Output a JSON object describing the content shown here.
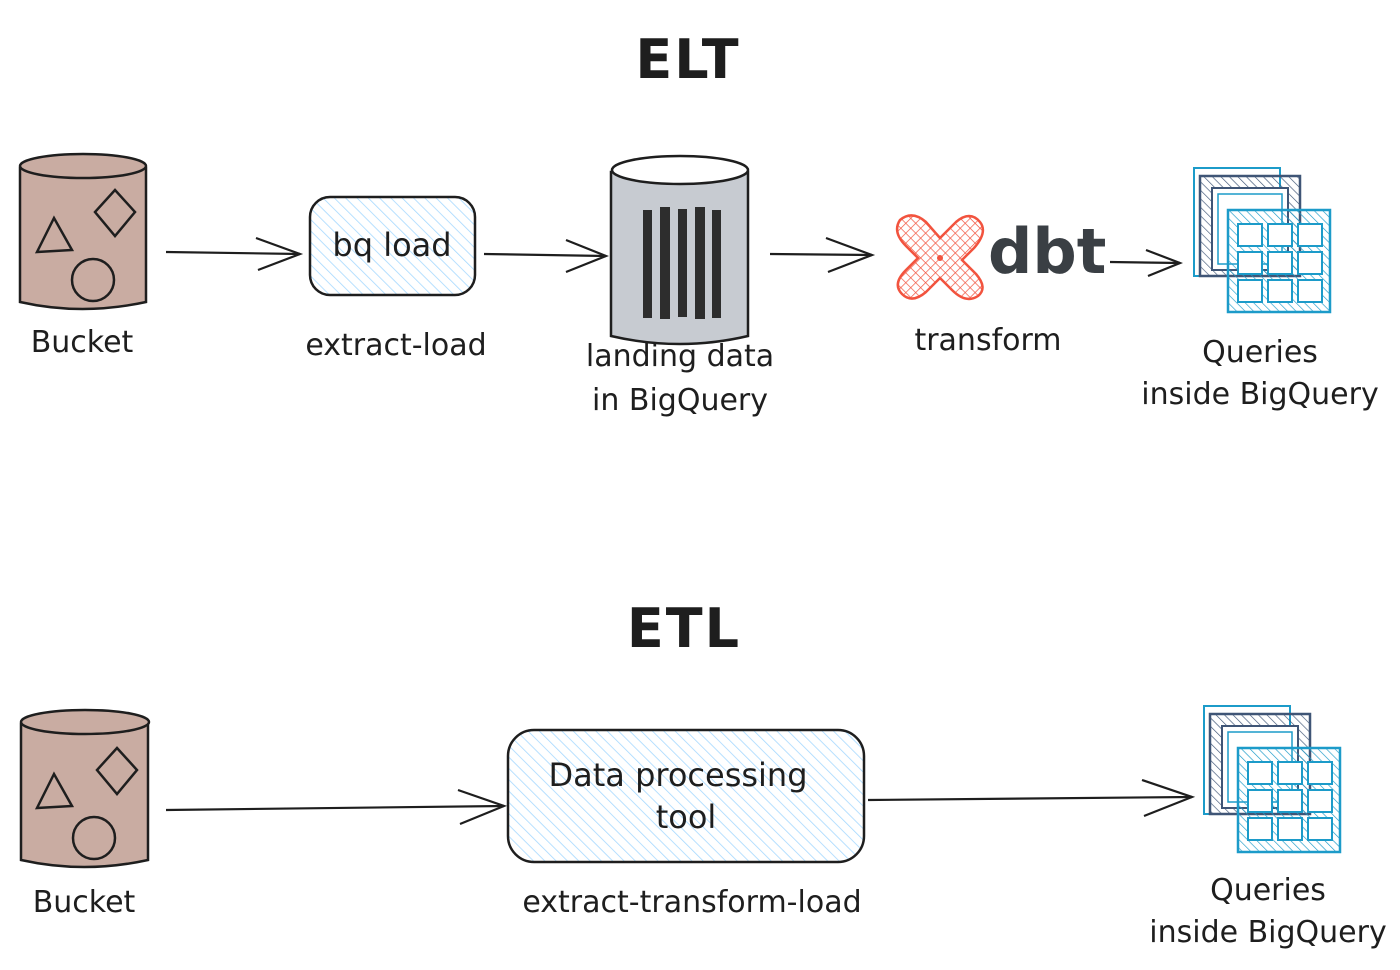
{
  "elt": {
    "title": "ELT",
    "bucket_label": "Bucket",
    "bq_load_text": "bq load",
    "extract_load_label": "extract-load",
    "landing_line1": "landing data",
    "landing_line2": "in BigQuery",
    "dbt_text": "dbt",
    "transform_label": "transform",
    "queries_line1": "Queries",
    "queries_line2": "inside BigQuery"
  },
  "etl": {
    "title": "ETL",
    "bucket_label": "Bucket",
    "tool_line1": "Data processing",
    "tool_line2": "tool",
    "etl_label": "extract-transform-load",
    "queries_line1": "Queries",
    "queries_line2": "inside BigQuery"
  },
  "colors": {
    "bucket_fill": "#c9aca2",
    "box_hatch": "#a5d8ff",
    "landing_fill": "#c7cbd1",
    "dbt_logo": "#f2533e",
    "queries_blue": "#1c9bc9",
    "queries_navy": "#3f5576",
    "stroke": "#1e1e1e"
  }
}
